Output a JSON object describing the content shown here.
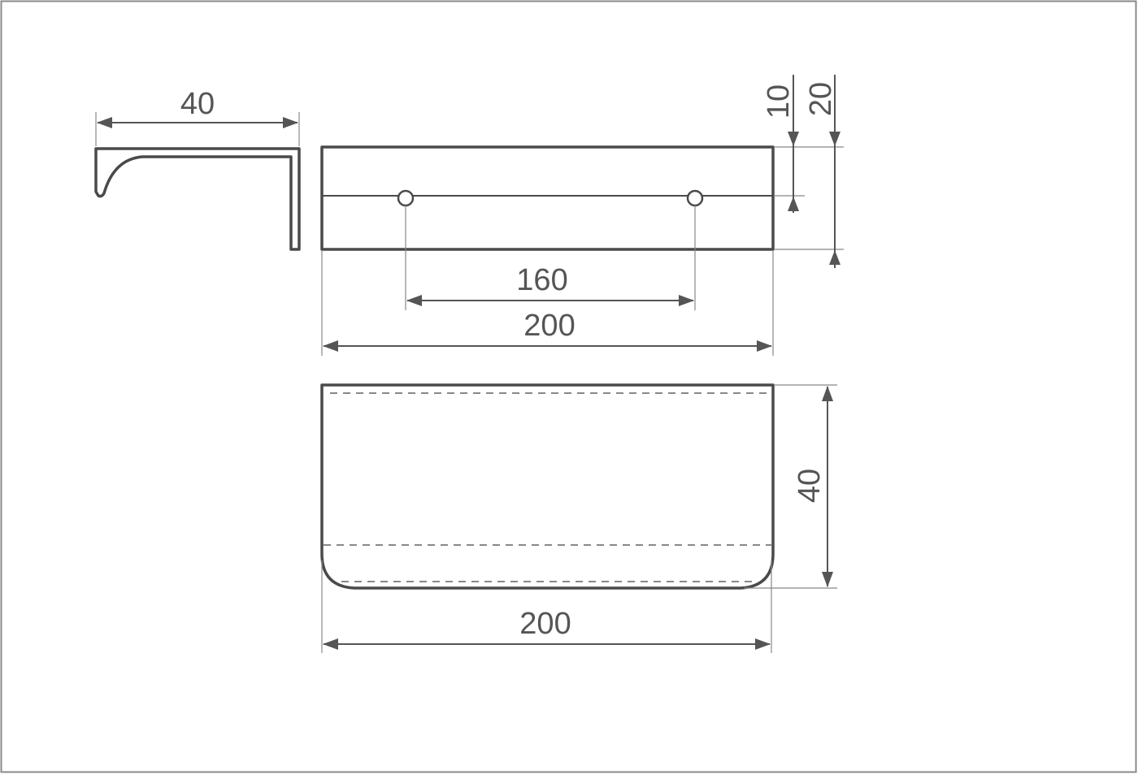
{
  "colors": {
    "border": "#8a8a8a",
    "outline": "#4a4a4a",
    "dimension": "#555555"
  },
  "dimensions": {
    "side_width": "40",
    "hole_spacing": "160",
    "top_length": "200",
    "offset_small": "10",
    "offset_large": "20",
    "front_height": "40",
    "front_length": "200"
  }
}
